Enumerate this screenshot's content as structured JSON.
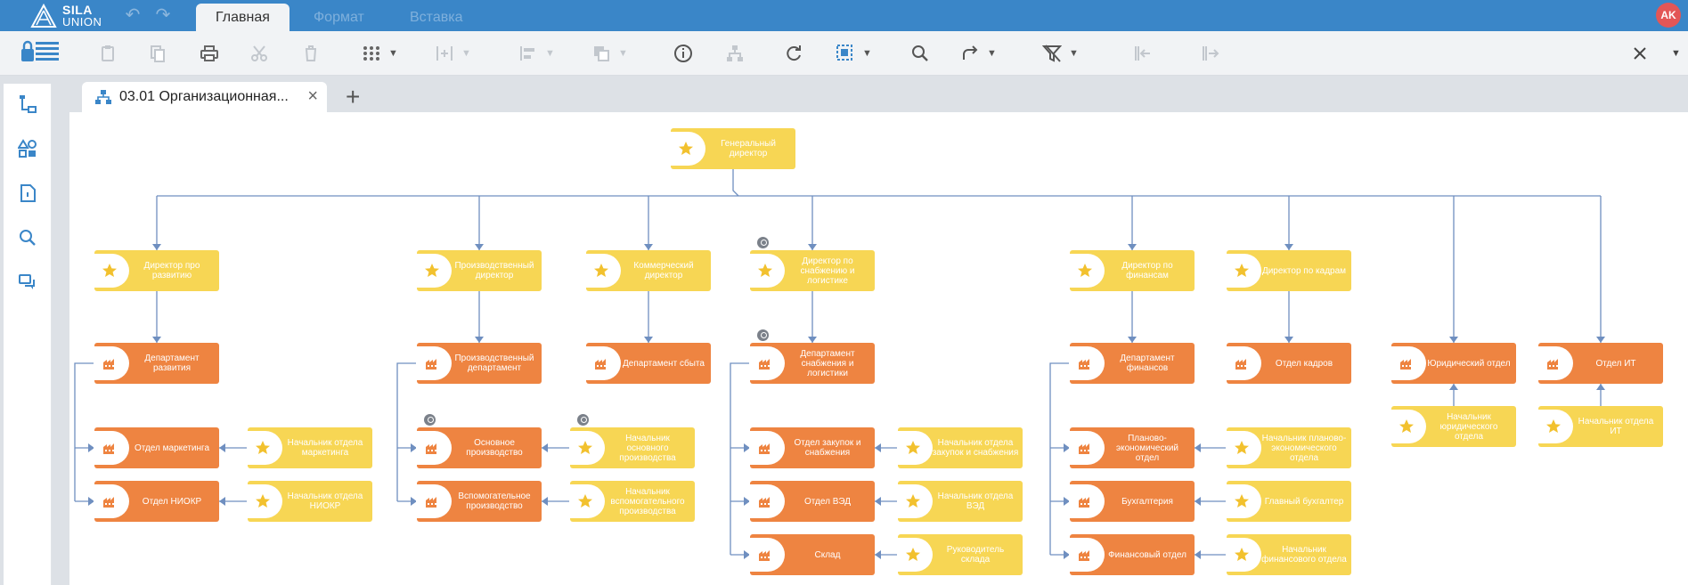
{
  "app": {
    "brand_line1": "SILA",
    "brand_line2": "UNION",
    "user_initials": "AK"
  },
  "ribbon": {
    "tabs": [
      {
        "label": "Главная",
        "active": true
      },
      {
        "label": "Формат",
        "active": false
      },
      {
        "label": "Вставка",
        "active": false
      }
    ]
  },
  "toolbar": {
    "icons": [
      "lock-list-icon",
      "paste-icon",
      "copy-icon",
      "print-icon",
      "cut-icon",
      "delete-icon",
      "grid-icon",
      "align-insert-icon",
      "align-left-icon",
      "arrange-icon",
      "info-icon",
      "hierarchy-icon",
      "refresh-icon",
      "select-icon",
      "search-icon",
      "redo-icon",
      "filter-icon",
      "collapse-left-icon",
      "expand-right-icon",
      "close-icon"
    ]
  },
  "document_tab": {
    "title": "03.01 Организационная...",
    "close": "×",
    "add": "+"
  },
  "colors": {
    "accent": "#3a86c8",
    "node_yellow": "#f7d654",
    "node_orange": "#ee8441",
    "connector": "#6f8fc0"
  },
  "orgchart": {
    "root": "Генеральный директор",
    "directors": [
      "Директор про развитию",
      "Производственный директор",
      "Коммерческий директор",
      "Директор по снабжению и логистике",
      "Директор по финансам",
      "Директор по кадрам"
    ],
    "departments": [
      "Департамент развития",
      "Производственный департамент",
      "Департамент сбыта",
      "Департамент снабжения и логистики",
      "Департамент финансов",
      "Отдел кадров",
      "Юридический отдел",
      "Отдел ИТ"
    ],
    "departments_sub": [
      "Отдел маркетинга",
      "Отдел НИОКР",
      "Основное производство",
      "Вспомогательное производство",
      "Отдел закупок и снабжения",
      "Отдел ВЭД",
      "Склад",
      "Планово-экономический отдел",
      "Бухгалтерия",
      "Финансовый отдел"
    ],
    "heads": [
      "Начальник отдела маркетинга",
      "Начальник отдела НИОКР",
      "Начальник основного производства",
      "Начальник вспомогательного производства",
      "Начальник отдела закупок и снабжения",
      "Начальник отдела ВЭД",
      "Руководитель склада",
      "Начальник планово-экономического отдела",
      "Главный бухгалтер",
      "Начальник финансового отдела",
      "Начальник юридического отдела",
      "Начальник отдела ИТ"
    ]
  }
}
